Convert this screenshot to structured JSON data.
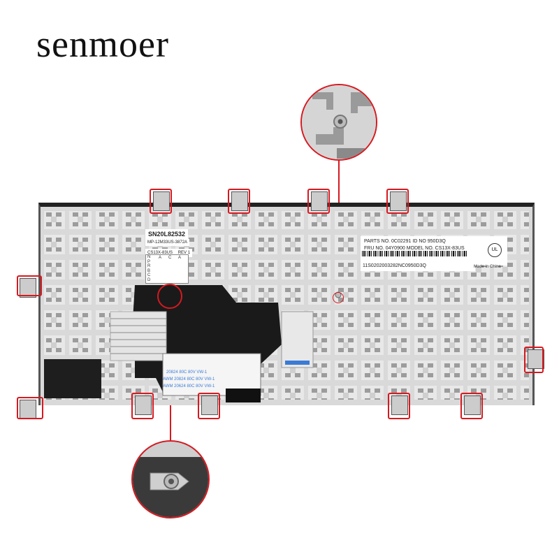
{
  "brand": "senmoer",
  "labels": {
    "sn": "SN20L82532",
    "mp": "MP-12M33US-3872A",
    "cs": "CS13X-83US",
    "rev": "REV 1",
    "grid_rows": [
      "N",
      "P",
      "R",
      "B",
      "C",
      "D"
    ],
    "grid_cols": [
      "A",
      "C",
      "A"
    ],
    "parts_line1": "PARTS NO. 0C02291   ID NO    950D3Q",
    "parts_line2": "FRU     NO. 04Y0900   MODEL  NO.  CS13X-83US",
    "serial": "11S0202003282NC0950D3Q",
    "made_in": "Made in China"
  },
  "ribbon": {
    "text1": "20824  80C  80V  VW-1",
    "text2": "AWM  20824  80C  80V  VW-1",
    "text3": "AWM  20624  80C  80V  VW-1"
  },
  "colors": {
    "accent": "#d71920",
    "plate": "#d9d9d9",
    "frame": "#222222",
    "ribbon_blue": "#3a7bd5",
    "film_black": "#1a1a1a"
  }
}
